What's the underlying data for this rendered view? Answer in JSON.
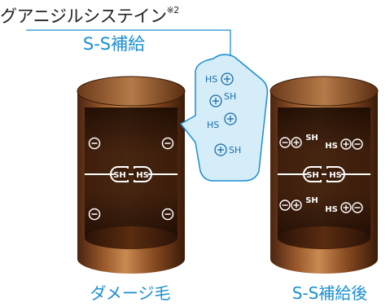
{
  "header": {
    "title": "グアニジルシステイン",
    "title_note": "※2",
    "callout_label": "S-S補給"
  },
  "labels": {
    "hs": "HS",
    "sh": "SH",
    "plus": "+",
    "minus": "−"
  },
  "captions": {
    "left": "ダメージ毛",
    "right": "S-S補給後"
  },
  "colors": {
    "accent_blue": "#1a8fd0",
    "bubble_fill": "#d5ecf9",
    "hair_brown": "#7a4320",
    "hair_dark": "#2a1207"
  }
}
